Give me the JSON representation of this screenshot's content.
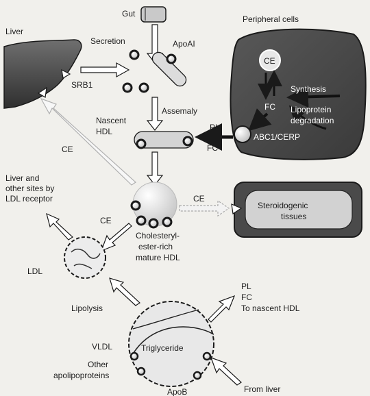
{
  "labels": {
    "liver": "Liver",
    "gut": "Gut",
    "secretion": "Secretion",
    "apoai": "ApoAI",
    "srb1": "SRB1",
    "peripheral_cells": "Peripheral cells",
    "ce_inner": "CE",
    "fc_inner": "FC",
    "synthesis": "Synthesis",
    "lipoprotein_deg_1": "Lipoprotein",
    "lipoprotein_deg_2": "degradation",
    "abc1": "ABC1/CERP",
    "assembly": "Assemaly",
    "nascent_1": "Nascent",
    "nascent_2": "HDL",
    "pl_arrow": "PL",
    "fc_arrow": "FC",
    "ce_left": "CE",
    "ce_right": "CE",
    "ce_ldl": "CE",
    "liver_other_1": "Liver and",
    "liver_other_2": "other sites by",
    "liver_other_3": "LDL receptor",
    "steroid_1": "Steroidogenic",
    "steroid_2": "tissues",
    "mature_1": "Cholesteryl-",
    "mature_2": "ester-rich",
    "mature_3": "mature HDL",
    "ldl": "LDL",
    "lipolysis": "Lipolysis",
    "vldl": "VLDL",
    "triglyceride": "Triglyceride",
    "other_apo_1": "Other",
    "other_apo_2": "apolipoproteins",
    "apob": "ApoB",
    "pl_bottom": "PL",
    "fc_bottom": "FC",
    "to_nascent": "To nascent HDL",
    "from_liver": "From liver"
  }
}
